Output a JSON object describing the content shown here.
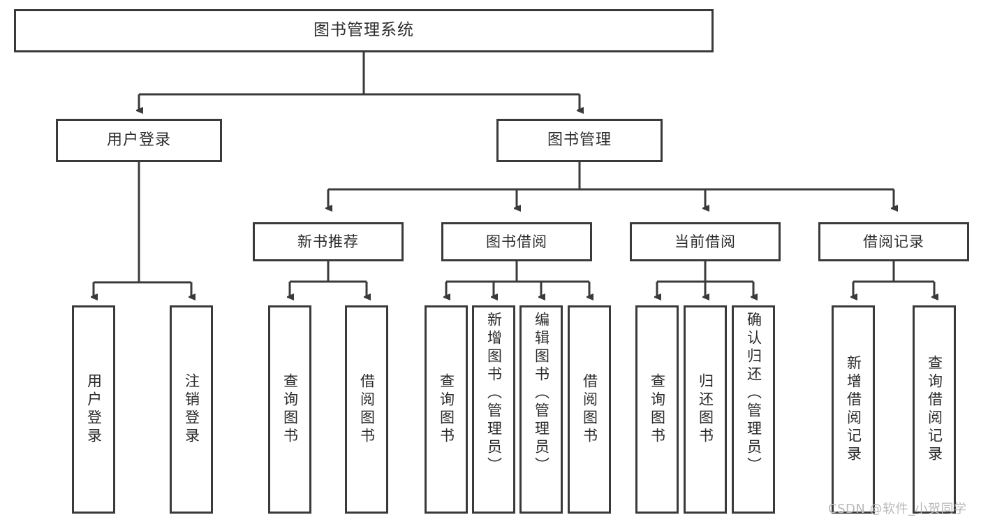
{
  "diagram": {
    "title": "图书管理系统",
    "type": "tree-hierarchy",
    "root": {
      "label": "图书管理系统"
    },
    "level2": [
      {
        "label": "用户登录"
      },
      {
        "label": "图书管理"
      }
    ],
    "level3": [
      {
        "label": "新书推荐"
      },
      {
        "label": "图书借阅"
      },
      {
        "label": "当前借阅"
      },
      {
        "label": "借阅记录"
      }
    ],
    "leaves": {
      "user_login": [
        {
          "label": "用户登录"
        },
        {
          "label": "注销登录"
        }
      ],
      "new_book_recommend": [
        {
          "label": "查询图书"
        },
        {
          "label": "借阅图书"
        }
      ],
      "book_borrow": [
        {
          "label": "查询图书"
        },
        {
          "label": "新增图书（管理员）"
        },
        {
          "label": "编辑图书（管理员）"
        },
        {
          "label": "借阅图书"
        }
      ],
      "current_borrow": [
        {
          "label": "查询图书"
        },
        {
          "label": "归还图书"
        },
        {
          "label": "确认归还（管理员）"
        }
      ],
      "borrow_record": [
        {
          "label": "新增借阅记录"
        },
        {
          "label": "查询借阅记录"
        }
      ]
    }
  },
  "watermark": {
    "text": "CSDN @软件_小贺同学"
  },
  "colors": {
    "background": "#ffffff",
    "box_fill": "#ffffff",
    "box_border": "#3a3a3a",
    "text": "#2b2b2b",
    "connector": "#3a3a3a",
    "watermark": "#b9b9b9"
  }
}
